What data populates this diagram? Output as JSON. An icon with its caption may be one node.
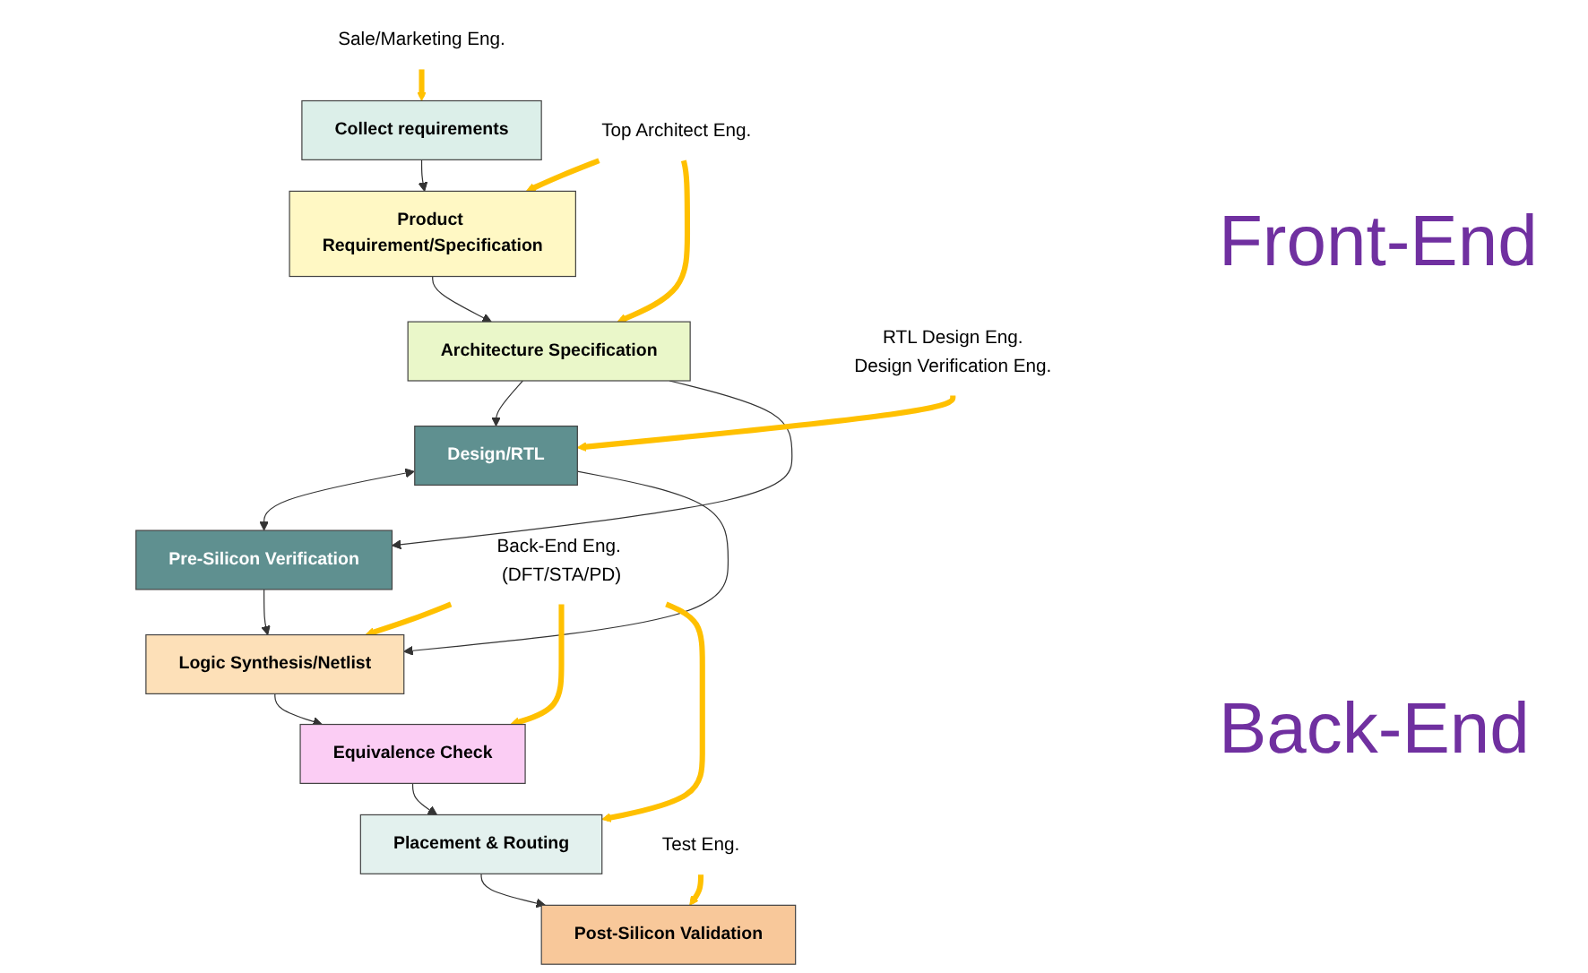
{
  "diagram": {
    "nodes": [
      {
        "text": [
          "Sale/Marketing Eng."
        ]
      },
      {
        "text": [
          "Collect requirements"
        ]
      },
      {
        "text": [
          "Top Architect Eng."
        ]
      },
      {
        "text": [
          "Product Requirement/Specification"
        ]
      },
      {
        "text": [
          "Architecture Specification"
        ]
      },
      {
        "text": [
          "RTL Design Eng.",
          "Design Verification Eng."
        ]
      },
      {
        "text": [
          "Design/RTL"
        ]
      },
      {
        "text": [
          "Pre-Silicon Verification"
        ]
      },
      {
        "text": [
          "Back-End Eng. (DFT/STA/PD)"
        ]
      },
      {
        "text": [
          "Logic Synthesis/Netlist"
        ]
      },
      {
        "text": [
          "Equivalence Check"
        ]
      },
      {
        "text": [
          "Placement & Routing"
        ]
      },
      {
        "text": [
          "Test Eng."
        ]
      },
      {
        "text": [
          "Post-Silicon Validation"
        ]
      }
    ],
    "edges": [
      {
        "from": 0,
        "to": 1,
        "arrow": "to",
        "style": "thick",
        "color": "#ffc000"
      },
      {
        "from": 1,
        "to": 3,
        "arrow": "to"
      },
      {
        "from": 2,
        "to": 3,
        "arrow": "to",
        "style": "thick",
        "color": "#ffc000"
      },
      {
        "from": 2,
        "to": 4,
        "arrow": "to",
        "style": "thick",
        "color": "#ffc000"
      },
      {
        "from": 3,
        "to": 4,
        "arrow": "to"
      },
      {
        "from": 4,
        "to": 6,
        "arrow": "to"
      },
      {
        "from": 4,
        "to": 7,
        "arrow": "to"
      },
      {
        "from": 5,
        "to": 6,
        "arrow": "to",
        "style": "thick",
        "color": "#ffc000"
      },
      {
        "from": 6,
        "to": 7,
        "arrow": "both"
      },
      {
        "from": 6,
        "to": 9,
        "arrow": "to"
      },
      {
        "from": 7,
        "to": 9,
        "arrow": "to"
      },
      {
        "from": 8,
        "to": 9,
        "arrow": "to",
        "style": "thick",
        "color": "#ffc000"
      },
      {
        "from": 8,
        "to": 10,
        "arrow": "to",
        "style": "thick",
        "color": "#ffc000"
      },
      {
        "from": 8,
        "to": 11,
        "arrow": "to",
        "style": "thick",
        "color": "#ffc000"
      },
      {
        "from": 9,
        "to": 10,
        "arrow": "to"
      },
      {
        "from": 10,
        "to": 11,
        "arrow": "to"
      },
      {
        "from": 11,
        "to": 13,
        "arrow": "to"
      },
      {
        "from": 12,
        "to": 13,
        "arrow": "to",
        "style": "thick",
        "color": "#ffc000"
      }
    ],
    "labels": [
      "Front-End",
      "Back-End"
    ]
  }
}
